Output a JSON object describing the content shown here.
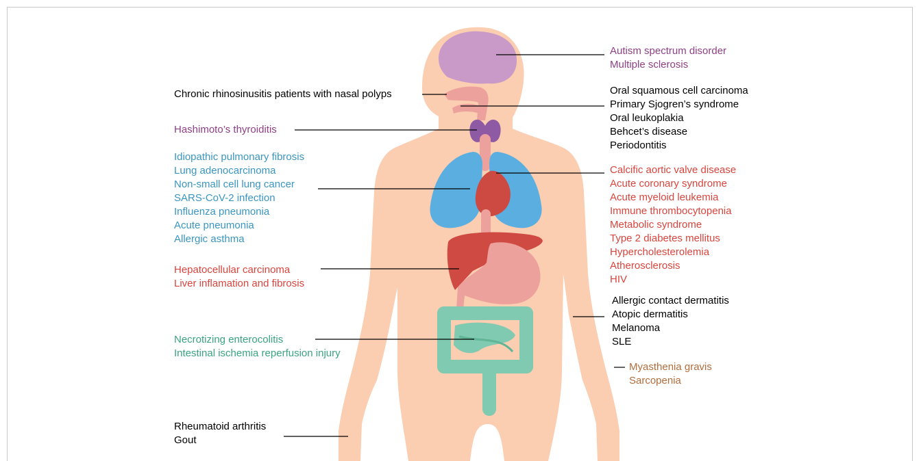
{
  "colors": {
    "purple": "#8e3f86",
    "blue": "#3a95c1",
    "red": "#d9443c",
    "green": "#3aa37f",
    "brown": "#b26d3c",
    "black": "#000000",
    "skin": "#fbcdb1",
    "brain": "#c99ac8",
    "thyroid": "#8e5aa4",
    "lung": "#5aafe0",
    "heart": "#cc4a41",
    "liver": "#cf4a42",
    "stomach": "#eda19d",
    "esophagus": "#eda19d",
    "intestine": "#7fcab0"
  },
  "groups": {
    "brain": [
      "Autism spectrum disorder",
      "Multiple sclerosis"
    ],
    "nasal": [
      "Chronic rhinosinusitis patients with nasal polyps"
    ],
    "oral": [
      "Oral squamous cell carcinoma",
      "Primary Sjogren’s syndrome",
      "Oral leukoplakia",
      "Behcet’s disease",
      "Periodontitis"
    ],
    "thyroid": [
      "Hashimoto’s thyroiditis"
    ],
    "lung": [
      "Idiopathic pulmonary fibrosis",
      "Lung adenocarcinoma",
      "Non-small cell lung cancer",
      "SARS-CoV-2 infection",
      "Influenza pneumonia",
      "Acute pneumonia",
      "Allergic asthma"
    ],
    "heart": [
      "Calcific aortic valve disease",
      "Acute coronary syndrome",
      "Acute myeloid leukemia",
      "Immune thrombocytopenia",
      "Metabolic syndrome",
      "Type 2 diabetes mellitus",
      "Hypercholesterolemia",
      "Atherosclerosis",
      "HIV"
    ],
    "liver": [
      "Hepatocellular carcinoma",
      "Liver inflamation and fibrosis"
    ],
    "skin": [
      "Allergic contact dermatitis",
      "Atopic dermatitis",
      "Melanoma",
      "SLE"
    ],
    "intestine": [
      "Necrotizing enterocolitis",
      "Intestinal ischemia reperfusion injury"
    ],
    "muscle": [
      "Myasthenia gravis",
      "Sarcopenia"
    ],
    "joint": [
      "Rheumatoid arthritis",
      "Gout"
    ]
  }
}
